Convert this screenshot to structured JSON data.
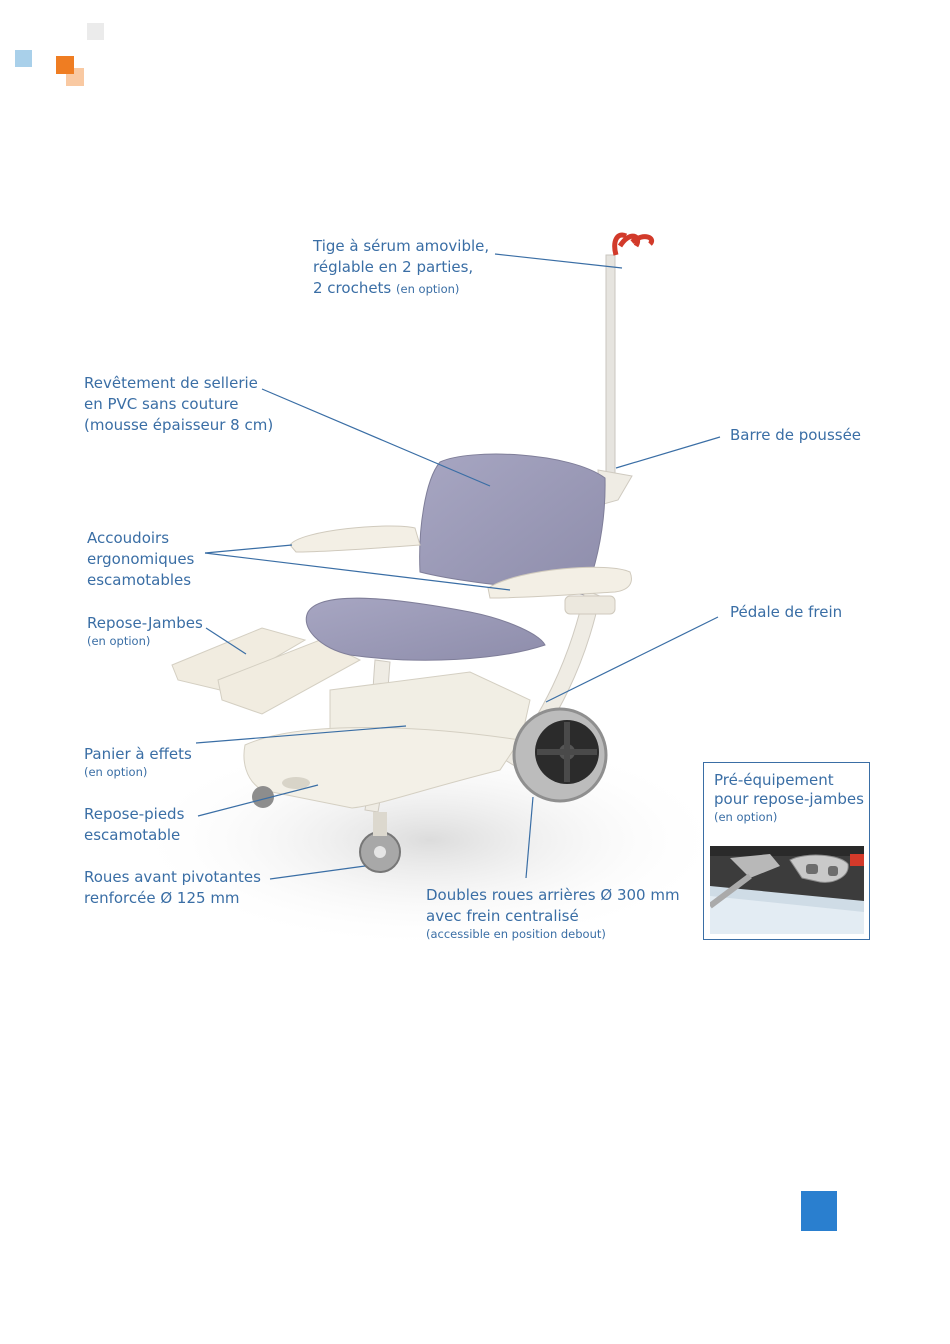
{
  "colors": {
    "label_text": "#3a6ea5",
    "page_marker": "#2a7fcf",
    "deco_light_blue": "#a9d0ea",
    "deco_orange": "#ef7d22",
    "deco_peach": "#f9c9a2",
    "deco_grey": "#ebebeb",
    "seat": "#9c9bb8",
    "frame": "#efece4"
  },
  "labels": {
    "serum": {
      "lines": [
        "Tige à sérum amovible,",
        "réglable en 2 parties,",
        "2 crochets"
      ],
      "note": "(en option)"
    },
    "sellerie": {
      "lines": [
        "Revêtement de sellerie",
        "en PVC sans couture",
        "(mousse épaisseur 8 cm)"
      ]
    },
    "barre": {
      "lines": [
        "Barre de poussée"
      ]
    },
    "accoudoirs": {
      "lines": [
        "Accoudoirs",
        "ergonomiques",
        "escamotables"
      ]
    },
    "repose_jambes": {
      "lines": [
        "Repose-Jambes"
      ],
      "note": "(en option)"
    },
    "pedale": {
      "lines": [
        "Pédale de frein"
      ]
    },
    "panier": {
      "lines": [
        "Panier à effets"
      ],
      "note": "(en option)"
    },
    "repose_pieds": {
      "lines": [
        "Repose-pieds",
        "escamotable"
      ]
    },
    "roues_avant": {
      "lines": [
        "Roues avant pivotantes",
        "renforcée Ø 125 mm"
      ]
    },
    "roues_arriere": {
      "lines": [
        "Doubles roues arrières Ø 300 mm",
        "avec frein centralisé"
      ],
      "note": "(accessible en position debout)"
    }
  },
  "inset": {
    "lines": [
      "Pré-équipement",
      "pour repose-jambes"
    ],
    "note": "(en option)"
  }
}
